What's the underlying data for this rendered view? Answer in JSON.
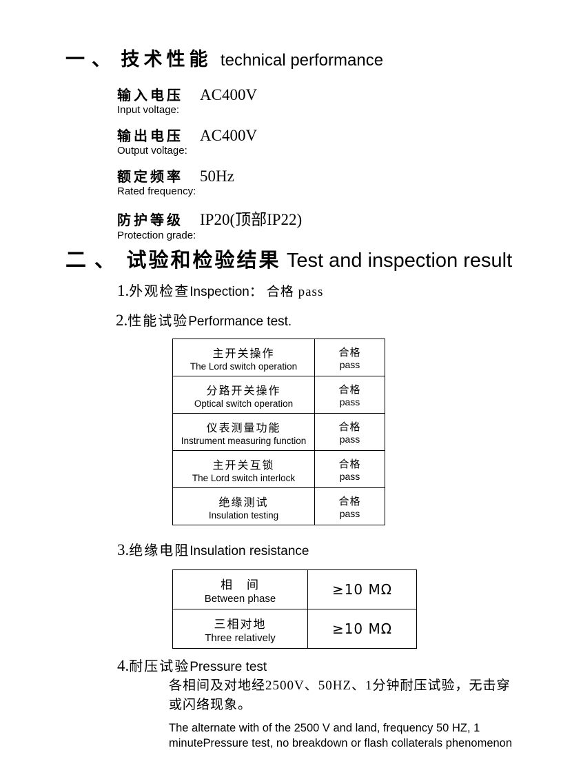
{
  "doc": {
    "s1": {
      "num": "一、",
      "zh": "技术性能",
      "en": "technical performance",
      "specs": [
        {
          "zh": "输入电压",
          "en": "Input voltage:",
          "val": "AC400V"
        },
        {
          "zh": "输出电压",
          "en": "Output voltage:",
          "val": "AC400V"
        },
        {
          "zh": "额定频率",
          "en": "Rated frequency:",
          "val": "50Hz"
        },
        {
          "zh": "防护等级",
          "en": "Protection grade:",
          "val": "IP20(顶部IP22)"
        }
      ]
    },
    "s2": {
      "num": "二、",
      "zh": "试验和检验结果",
      "en": "Test and inspection result",
      "items": {
        "i1": {
          "n": "1.",
          "zh": "外观检查",
          "en": "Inspection：",
          "result": "合格 pass"
        },
        "i2": {
          "n": "2.",
          "zh": "性能试验",
          "en": "Performance test."
        },
        "i3": {
          "n": "3.",
          "zh": "绝缘电阻",
          "en": "Insulation resistance"
        },
        "i4": {
          "n": "4.",
          "zh": "耐压试验",
          "en": "Pressure test"
        }
      },
      "perf_table": {
        "rows": [
          {
            "zh": "主开关操作",
            "en": "The Lord switch operation",
            "r_zh": "合格",
            "r_en": "pass"
          },
          {
            "zh": "分路开关操作",
            "en": "Optical switch operation",
            "r_zh": "合格",
            "r_en": "pass"
          },
          {
            "zh": "仪表测量功能",
            "en": "Instrument measuring function",
            "r_zh": "合格",
            "r_en": "pass"
          },
          {
            "zh": "主开关互锁",
            "en": "The Lord switch interlock",
            "r_zh": "合格",
            "r_en": "pass"
          },
          {
            "zh": "绝缘测试",
            "en": "Insulation testing",
            "r_zh": "合格",
            "r_en": "pass"
          }
        ]
      },
      "ins_table": {
        "rows": [
          {
            "zh": "相　间",
            "en": "Between phase",
            "val": "≥10 MΩ"
          },
          {
            "zh": "三相对地",
            "en": "Three relatively",
            "val": "≥10 MΩ"
          }
        ]
      },
      "pressure": {
        "zh_line1": "各相间及对地经2500V、50HZ、1分钟耐压试验，无击穿",
        "zh_line2": "或闪络现象。",
        "en_line1": "The alternate with of the 2500 V and land, frequency 50 HZ, 1",
        "en_line2": "minutePressure test, no breakdown or flash collaterals phenomenon"
      }
    }
  }
}
